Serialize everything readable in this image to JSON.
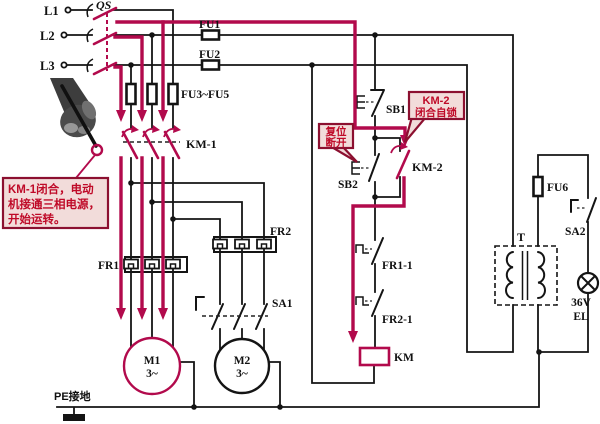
{
  "figure": {
    "type": "electrical-schematic",
    "title": "three-phase motor starting control circuit with local lighting transformer",
    "colors": {
      "highlight": "#b20a4c",
      "wire": "#141414",
      "callout_bg": "#f2dcda",
      "callout_border": "#8c1030",
      "callout_text": "#bf0a28"
    },
    "labels": {
      "l1": "L1",
      "l2": "L2",
      "l3": "L3",
      "qs": "QS",
      "fu1": "FU1",
      "fu2": "FU2",
      "fu3_fu5": "FU3~FU5",
      "km1": "KM-1",
      "fr1": "FR1",
      "fr2": "FR2",
      "sa1": "SA1",
      "m1": "M1",
      "m1_phase": "3~",
      "m2": "M2",
      "m2_phase": "3~",
      "pe": "PE接地",
      "sb1": "SB1",
      "sb2": "SB2",
      "km2": "KM-2",
      "fr1_1": "FR1-1",
      "fr2_1": "FR2-1",
      "km_coil": "KM",
      "fu6": "FU6",
      "sa2": "SA2",
      "transformer": "T",
      "lamp_voltage": "36V",
      "lamp": "EL"
    },
    "callouts": {
      "km1_note_line1": "KM-1闭合，电动",
      "km1_note_line2": "机接通三相电源，",
      "km1_note_line3": "开始运转。",
      "reset_line1": "复位",
      "reset_line2": "断开",
      "km2_note_line1": "KM-2",
      "km2_note_line2": "闭合自锁"
    }
  }
}
